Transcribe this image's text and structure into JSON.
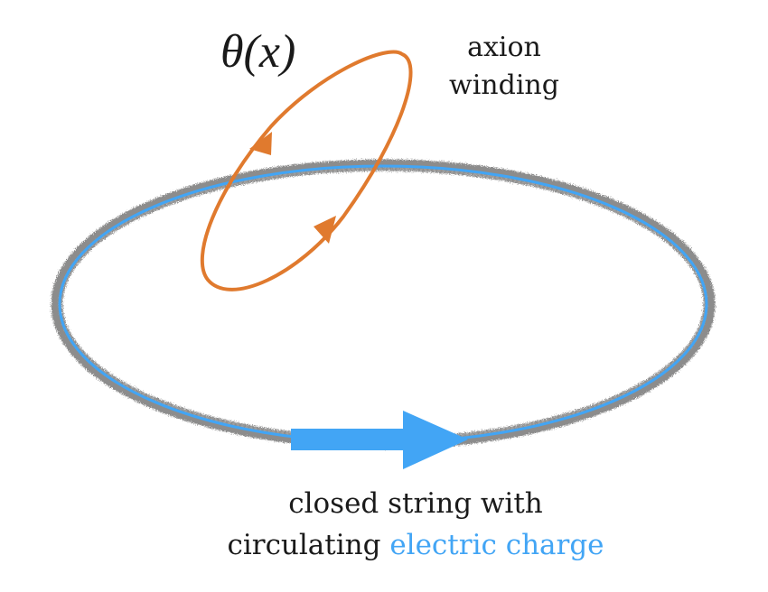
{
  "diagram": {
    "theta_label": "θ(x)",
    "axion_label": {
      "line1": "axion",
      "line2": "winding"
    },
    "caption": {
      "line1": "closed string with",
      "line2_plain": "circulating ",
      "line2_highlight": "electric charge"
    }
  },
  "colors": {
    "string_halo": "#8c8c8c",
    "charge_current": "#42a5f5",
    "axion_loop": "#e07a2e",
    "text": "#1a1a1a"
  },
  "icons": {
    "charge_direction": "right-arrow-icon",
    "axion_direction_upper": "arrowhead-left-icon",
    "axion_direction_lower": "arrowhead-up-right-icon"
  }
}
